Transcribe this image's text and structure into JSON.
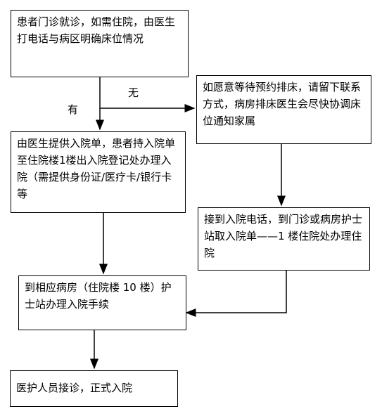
{
  "flowchart": {
    "step1": "患者门诊就诊，如需住院，由医生打电话与病区明确床位情况",
    "edge_no": "无",
    "edge_yes": "有",
    "wait": "如愿意等待预约排床，请留下联系方式，病房排床医生会尽快协调床位通知家属",
    "admit_form": "由医生提供入院单，患者持入院单至住院楼1楼出入院登记处办理入院（需提供身份证/医疗卡/银行卡等",
    "call": "接到入院电话，到门诊或病房护士站取入院单——1 楼住院处办理住院",
    "ward": "到相应病房（住院楼 10 楼）护士站办理入院手续",
    "final": "医护人员接诊，正式入院"
  }
}
